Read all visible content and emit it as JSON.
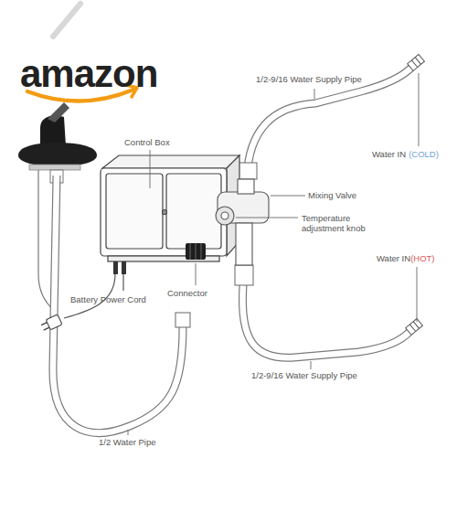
{
  "diagram": {
    "labels": [
      "amazon",
      "Control Box",
      "1/2-9/16 Water Supply Pipe",
      "Water IN",
      "(COLD)",
      "Mixing Valve",
      "Temperature adjustment knob",
      "Water IN",
      "(HOT)",
      "Battery Power Cord",
      "Connector",
      "1/2-9/16 Water Supply Pipe",
      "1/2 Water Pipe"
    ]
  }
}
